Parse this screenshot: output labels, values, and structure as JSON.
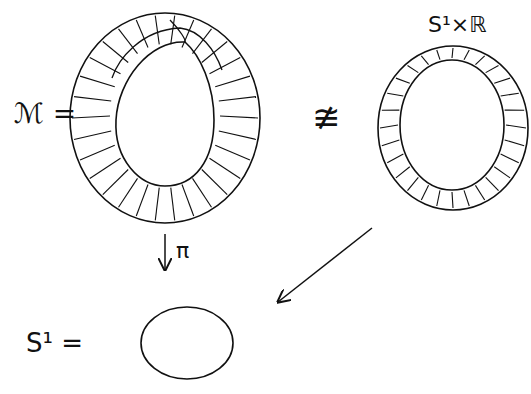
{
  "diagram": {
    "labels": [
      "ℳ =",
      "≇",
      "S¹×ℝ",
      "π",
      "S¹ ="
    ]
  }
}
